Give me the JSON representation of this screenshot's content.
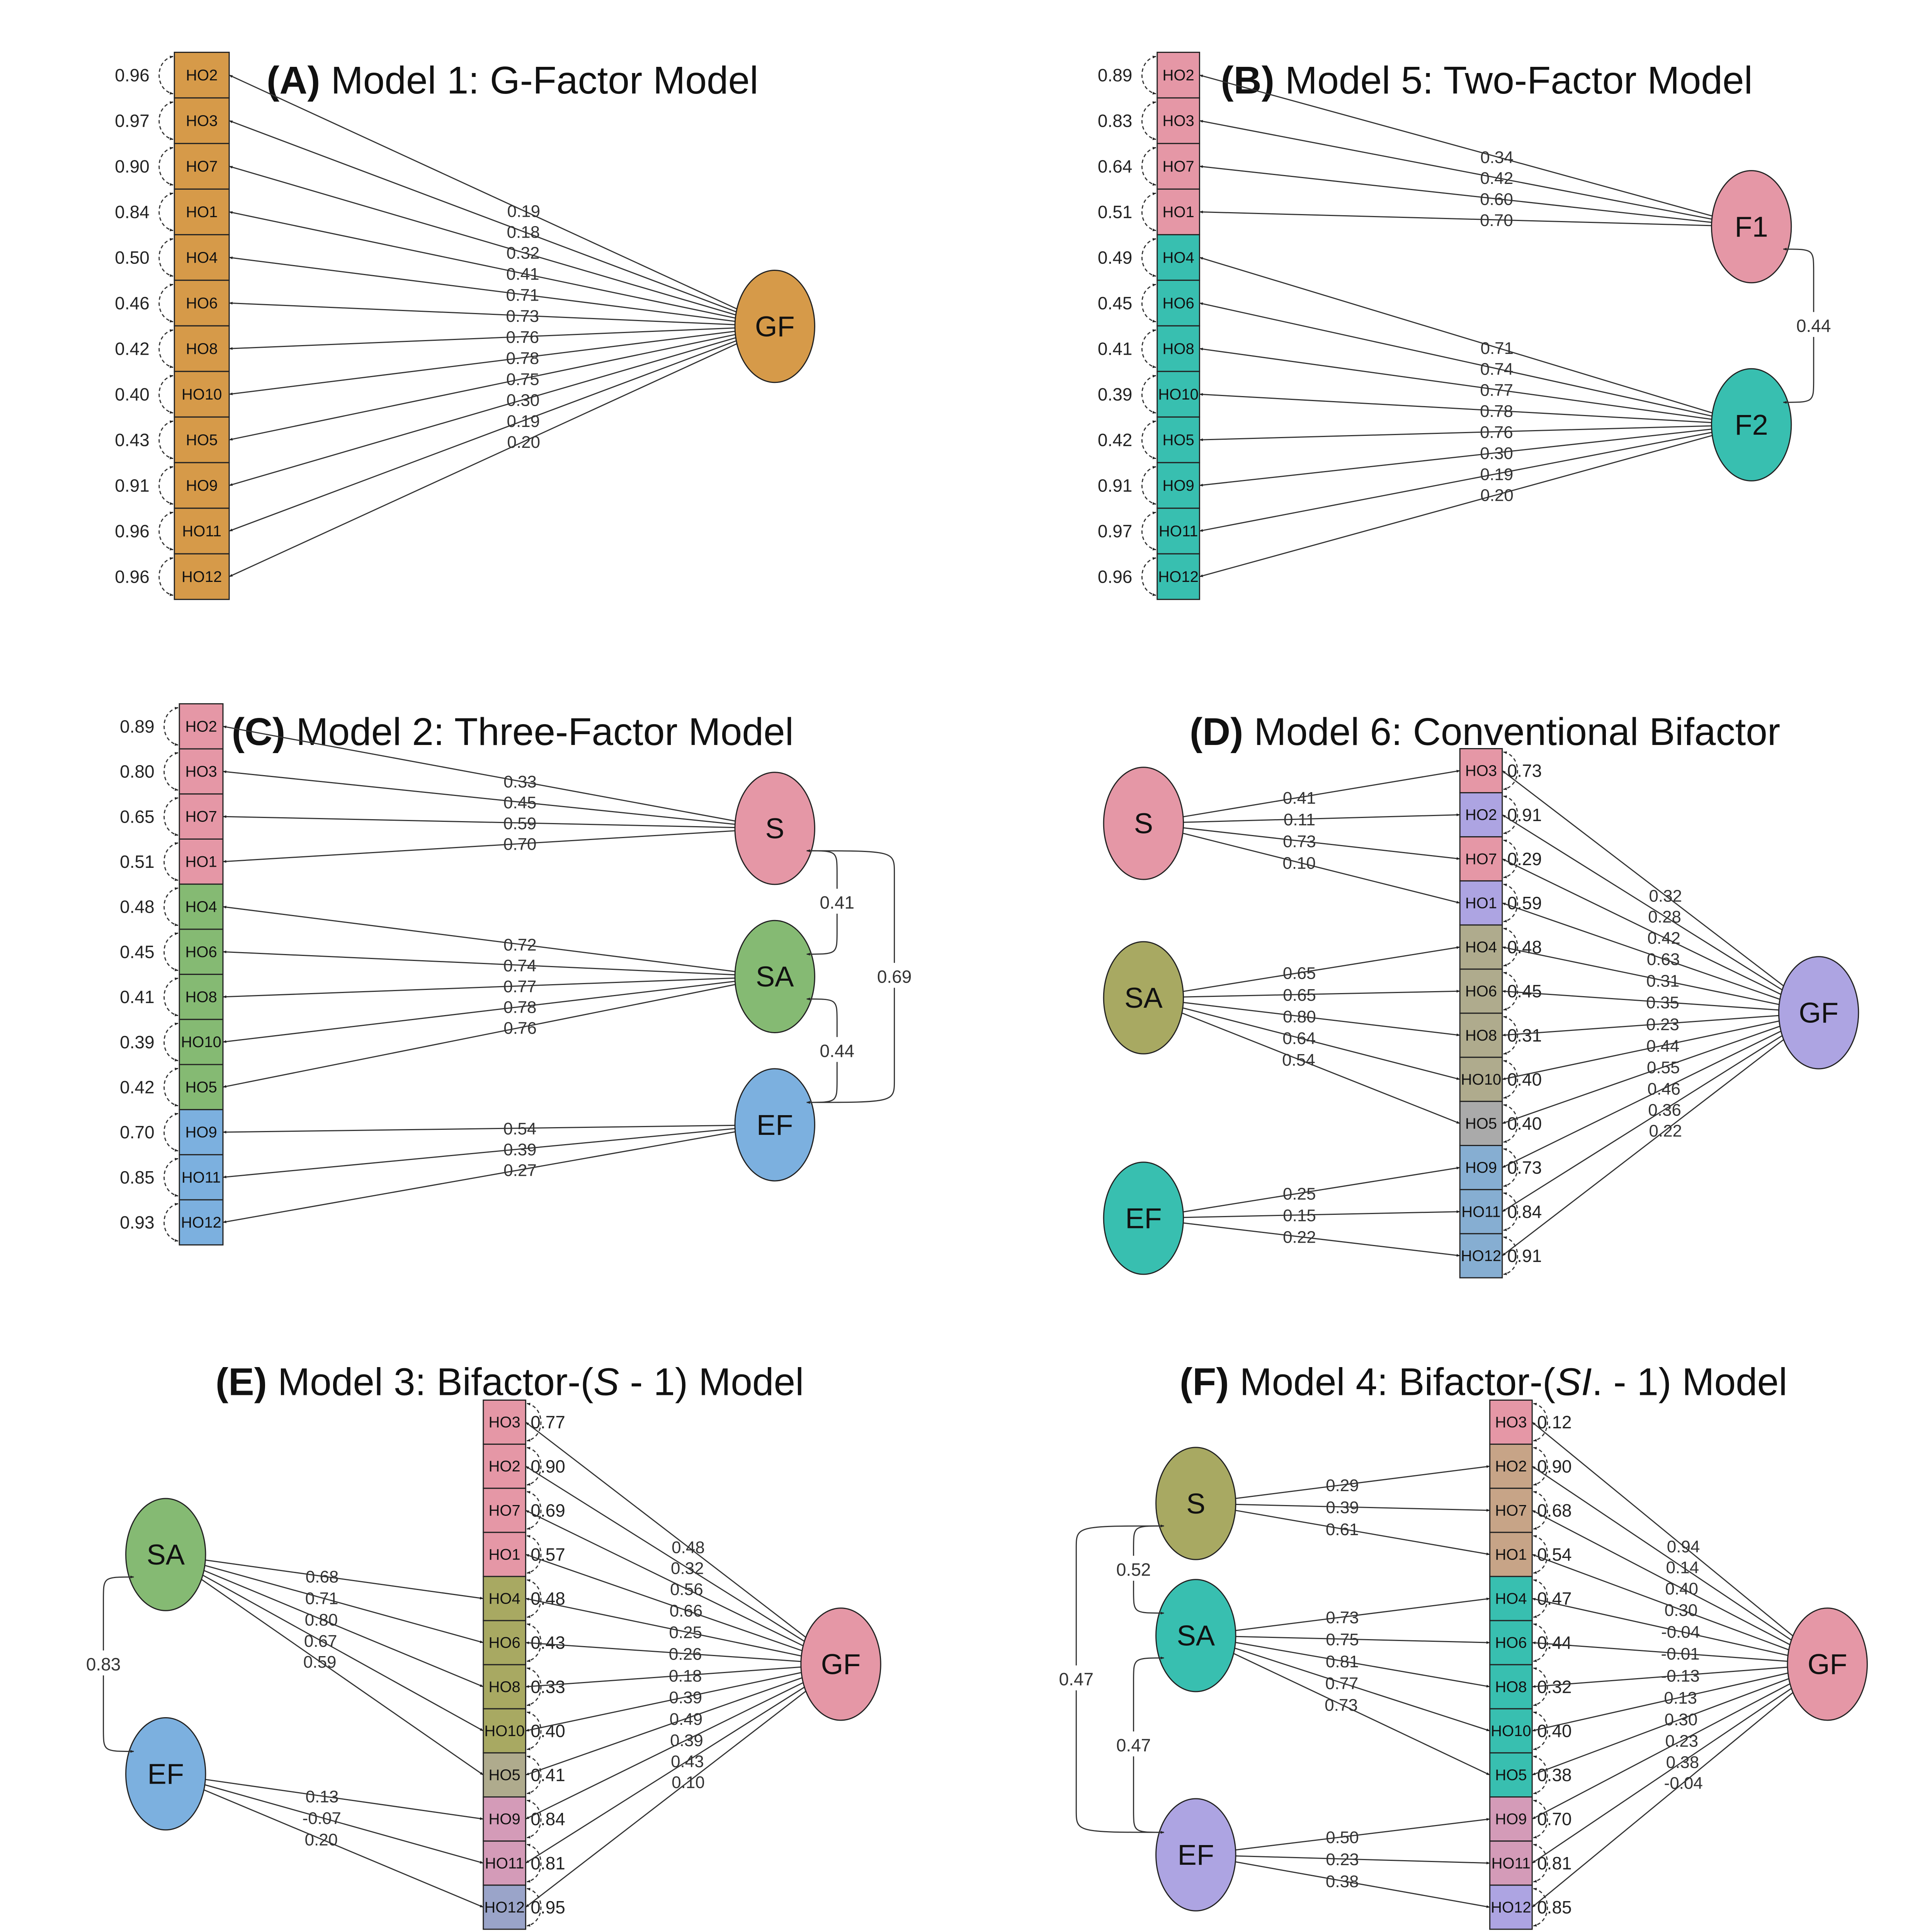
{
  "colors": {
    "orange": "#D69A49",
    "pink": "#E597A6",
    "teal": "#38BFB0",
    "green": "#85BA73",
    "blue": "#7CB0DF",
    "olive": "#A8A962",
    "lavender": "#ADA4E2",
    "tan": "#C7A487",
    "grayolive": "#AFAB8D",
    "steelblue": "#86AED2",
    "mauve": "#D49BB8",
    "slate": "#9AA4C9",
    "gray": "#AAAAAA"
  },
  "panels": [
    {
      "id": "A",
      "title": {
        "letter": "(A)",
        "text": "Model 1: G-Factor Model"
      },
      "indicators": [
        {
          "name": "HO2",
          "resid": "0.96",
          "color": "orange"
        },
        {
          "name": "HO3",
          "resid": "0.97",
          "color": "orange"
        },
        {
          "name": "HO7",
          "resid": "0.90",
          "color": "orange"
        },
        {
          "name": "HO1",
          "resid": "0.84",
          "color": "orange"
        },
        {
          "name": "HO4",
          "resid": "0.50",
          "color": "orange"
        },
        {
          "name": "HO6",
          "resid": "0.46",
          "color": "orange"
        },
        {
          "name": "HO8",
          "resid": "0.42",
          "color": "orange"
        },
        {
          "name": "HO10",
          "resid": "0.40",
          "color": "orange"
        },
        {
          "name": "HO5",
          "resid": "0.43",
          "color": "orange"
        },
        {
          "name": "HO9",
          "resid": "0.91",
          "color": "orange"
        },
        {
          "name": "HO11",
          "resid": "0.96",
          "color": "orange"
        },
        {
          "name": "HO12",
          "resid": "0.96",
          "color": "orange"
        }
      ],
      "factors": [
        {
          "name": "GF",
          "color": "orange",
          "loadings": [
            "0.19",
            "0.18",
            "0.32",
            "0.41",
            "0.71",
            "0.73",
            "0.76",
            "0.78",
            "0.75",
            "0.30",
            "0.19",
            "0.20"
          ]
        }
      ],
      "correlations": []
    },
    {
      "id": "B",
      "title": {
        "letter": "(B)",
        "text": "Model 5: Two-Factor Model"
      },
      "indicators": [
        {
          "name": "HO2",
          "resid": "0.89",
          "color": "pink"
        },
        {
          "name": "HO3",
          "resid": "0.83",
          "color": "pink"
        },
        {
          "name": "HO7",
          "resid": "0.64",
          "color": "pink"
        },
        {
          "name": "HO1",
          "resid": "0.51",
          "color": "pink"
        },
        {
          "name": "HO4",
          "resid": "0.49",
          "color": "teal"
        },
        {
          "name": "HO6",
          "resid": "0.45",
          "color": "teal"
        },
        {
          "name": "HO8",
          "resid": "0.41",
          "color": "teal"
        },
        {
          "name": "HO10",
          "resid": "0.39",
          "color": "teal"
        },
        {
          "name": "HO5",
          "resid": "0.42",
          "color": "teal"
        },
        {
          "name": "HO9",
          "resid": "0.91",
          "color": "teal"
        },
        {
          "name": "HO11",
          "resid": "0.97",
          "color": "teal"
        },
        {
          "name": "HO12",
          "resid": "0.96",
          "color": "teal"
        }
      ],
      "factors": [
        {
          "name": "F1",
          "color": "pink",
          "loadings": [
            "0.34",
            "0.42",
            "0.60",
            "0.70"
          ]
        },
        {
          "name": "F2",
          "color": "teal",
          "loadings": [
            "0.71",
            "0.74",
            "0.77",
            "0.78",
            "0.76",
            "0.30",
            "0.19",
            "0.20"
          ]
        }
      ],
      "correlations": [
        {
          "value": "0.44"
        }
      ]
    },
    {
      "id": "C",
      "title": {
        "letter": "(C)",
        "text": "Model 2: Three-Factor Model"
      },
      "indicators": [
        {
          "name": "HO2",
          "resid": "0.89",
          "color": "pink"
        },
        {
          "name": "HO3",
          "resid": "0.80",
          "color": "pink"
        },
        {
          "name": "HO7",
          "resid": "0.65",
          "color": "pink"
        },
        {
          "name": "HO1",
          "resid": "0.51",
          "color": "pink"
        },
        {
          "name": "HO4",
          "resid": "0.48",
          "color": "green"
        },
        {
          "name": "HO6",
          "resid": "0.45",
          "color": "green"
        },
        {
          "name": "HO8",
          "resid": "0.41",
          "color": "green"
        },
        {
          "name": "HO10",
          "resid": "0.39",
          "color": "green"
        },
        {
          "name": "HO5",
          "resid": "0.42",
          "color": "green"
        },
        {
          "name": "HO9",
          "resid": "0.70",
          "color": "blue"
        },
        {
          "name": "HO11",
          "resid": "0.85",
          "color": "blue"
        },
        {
          "name": "HO12",
          "resid": "0.93",
          "color": "blue"
        }
      ],
      "factors": [
        {
          "name": "S",
          "color": "pink",
          "loadings": [
            "0.33",
            "0.45",
            "0.59",
            "0.70"
          ]
        },
        {
          "name": "SA",
          "color": "green",
          "loadings": [
            "0.72",
            "0.74",
            "0.77",
            "0.78",
            "0.76"
          ]
        },
        {
          "name": "EF",
          "color": "blue",
          "loadings": [
            "0.54",
            "0.39",
            "0.27"
          ]
        }
      ],
      "correlations": [
        {
          "value": "0.41"
        },
        {
          "value": "0.44"
        },
        {
          "value": "0.69"
        }
      ]
    },
    {
      "id": "D",
      "title": {
        "letter": "(D)",
        "text": "Model 6: Conventional Bifactor"
      },
      "indicators": [
        {
          "name": "HO3",
          "resid": "0.73",
          "color": "pink"
        },
        {
          "name": "HO2",
          "resid": "0.91",
          "color": "lavender"
        },
        {
          "name": "HO7",
          "resid": "0.29",
          "color": "pink"
        },
        {
          "name": "HO1",
          "resid": "0.59",
          "color": "lavender"
        },
        {
          "name": "HO4",
          "resid": "0.48",
          "color": "grayolive"
        },
        {
          "name": "HO6",
          "resid": "0.45",
          "color": "grayolive"
        },
        {
          "name": "HO8",
          "resid": "0.31",
          "color": "grayolive"
        },
        {
          "name": "HO10",
          "resid": "0.40",
          "color": "grayolive"
        },
        {
          "name": "HO5",
          "resid": "0.40",
          "color": "gray"
        },
        {
          "name": "HO9",
          "resid": "0.73",
          "color": "steelblue"
        },
        {
          "name": "HO11",
          "resid": "0.84",
          "color": "steelblue"
        },
        {
          "name": "HO12",
          "resid": "0.91",
          "color": "steelblue"
        }
      ],
      "factors": [
        {
          "name": "S",
          "color": "pink",
          "loadings": [
            "0.41",
            "0.11",
            "0.73",
            "0.10"
          ]
        },
        {
          "name": "SA",
          "color": "olive",
          "loadings": [
            "0.65",
            "0.65",
            "0.80",
            "0.64",
            "0.54"
          ]
        },
        {
          "name": "EF",
          "color": "teal",
          "loadings": [
            "0.25",
            "0.15",
            "0.22"
          ]
        },
        {
          "name": "GF",
          "color": "lavender",
          "loadings": [
            "0.32",
            "0.28",
            "0.42",
            "0.63",
            "0.31",
            "0.35",
            "0.23",
            "0.44",
            "0.55",
            "0.46",
            "0.36",
            "0.22"
          ]
        }
      ],
      "correlations": []
    },
    {
      "id": "E",
      "title": {
        "letter": "(E)",
        "text_pre": "Model 3: Bifactor-(",
        "text_ital": "S",
        "text_post": " - 1) Model"
      },
      "indicators": [
        {
          "name": "HO3",
          "resid": "0.77",
          "color": "pink"
        },
        {
          "name": "HO2",
          "resid": "0.90",
          "color": "pink"
        },
        {
          "name": "HO7",
          "resid": "0.69",
          "color": "pink"
        },
        {
          "name": "HO1",
          "resid": "0.57",
          "color": "pink"
        },
        {
          "name": "HO4",
          "resid": "0.48",
          "color": "olive"
        },
        {
          "name": "HO6",
          "resid": "0.43",
          "color": "olive"
        },
        {
          "name": "HO8",
          "resid": "0.33",
          "color": "olive"
        },
        {
          "name": "HO10",
          "resid": "0.40",
          "color": "olive"
        },
        {
          "name": "HO5",
          "resid": "0.41",
          "color": "grayolive"
        },
        {
          "name": "HO9",
          "resid": "0.84",
          "color": "mauve"
        },
        {
          "name": "HO11",
          "resid": "0.81",
          "color": "mauve"
        },
        {
          "name": "HO12",
          "resid": "0.95",
          "color": "slate"
        }
      ],
      "factors": [
        {
          "name": "SA",
          "color": "green",
          "loadings": [
            "0.68",
            "0.71",
            "0.80",
            "0.67",
            "0.59"
          ]
        },
        {
          "name": "EF",
          "color": "blue",
          "loadings": [
            "0.13",
            "-0.07",
            "0.20"
          ]
        },
        {
          "name": "GF",
          "color": "pink",
          "loadings": [
            "0.48",
            "0.32",
            "0.56",
            "0.66",
            "0.25",
            "0.26",
            "0.18",
            "0.39",
            "0.49",
            "0.39",
            "0.43",
            "0.10"
          ]
        }
      ],
      "correlations": [
        {
          "value": "0.83"
        }
      ]
    },
    {
      "id": "F",
      "title": {
        "letter": "(F)",
        "text_pre": "Model 4: Bifactor-(",
        "text_ital": "SI",
        "text_post": ". - 1) Model"
      },
      "indicators": [
        {
          "name": "HO3",
          "resid": "0.12",
          "color": "pink"
        },
        {
          "name": "HO2",
          "resid": "0.90",
          "color": "tan"
        },
        {
          "name": "HO7",
          "resid": "0.68",
          "color": "tan"
        },
        {
          "name": "HO1",
          "resid": "0.54",
          "color": "tan"
        },
        {
          "name": "HO4",
          "resid": "0.47",
          "color": "teal"
        },
        {
          "name": "HO6",
          "resid": "0.44",
          "color": "teal"
        },
        {
          "name": "HO8",
          "resid": "0.32",
          "color": "teal"
        },
        {
          "name": "HO10",
          "resid": "0.40",
          "color": "teal"
        },
        {
          "name": "HO5",
          "resid": "0.38",
          "color": "teal"
        },
        {
          "name": "HO9",
          "resid": "0.70",
          "color": "mauve"
        },
        {
          "name": "HO11",
          "resid": "0.81",
          "color": "mauve"
        },
        {
          "name": "HO12",
          "resid": "0.85",
          "color": "lavender"
        }
      ],
      "factors": [
        {
          "name": "S",
          "color": "olive",
          "loadings": [
            "0.29",
            "0.39",
            "0.61"
          ]
        },
        {
          "name": "SA",
          "color": "teal",
          "loadings": [
            "0.73",
            "0.75",
            "0.81",
            "0.77",
            "0.73"
          ]
        },
        {
          "name": "EF",
          "color": "lavender",
          "loadings": [
            "0.50",
            "0.23",
            "0.38"
          ]
        },
        {
          "name": "GF",
          "color": "pink",
          "loadings": [
            "0.94",
            "0.14",
            "0.40",
            "0.30",
            "-0.04",
            "-0.01",
            "-0.13",
            "0.13",
            "0.30",
            "0.23",
            "0.38",
            "-0.04"
          ]
        }
      ],
      "correlations": [
        {
          "value": "0.52"
        },
        {
          "value": "0.47"
        },
        {
          "value": "0.47"
        }
      ]
    }
  ]
}
